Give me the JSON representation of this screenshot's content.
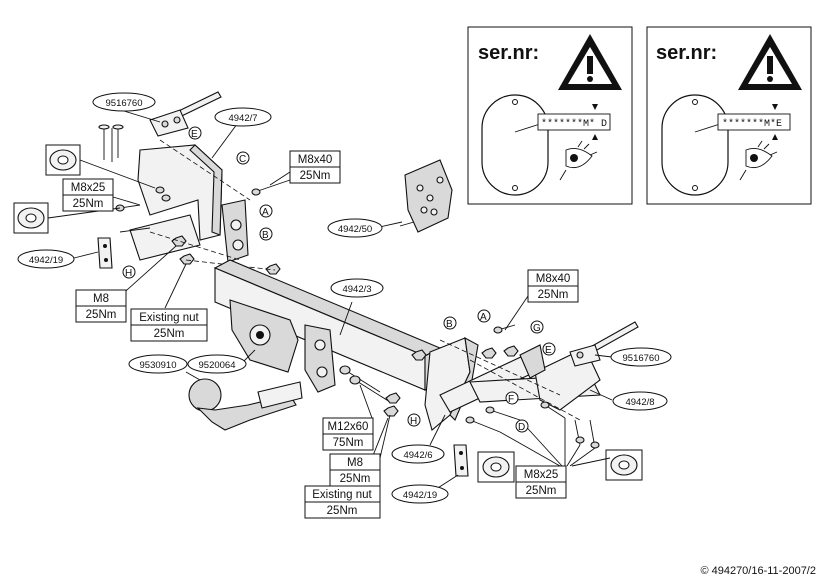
{
  "warning_panels": [
    {
      "serial_label": "ser.nr:",
      "code_text": "*******M* D"
    },
    {
      "serial_label": "ser.nr:",
      "code_text": "*******M*E"
    }
  ],
  "callouts": {
    "p9516760_left": "9516760",
    "p4942_7": "4942/7",
    "m8x40_top_l1": "M8x40",
    "m8x40_top_l2": "25Nm",
    "m8x25_left_l1": "M8x25",
    "m8x25_left_l2": "25Nm",
    "p4942_19_left": "4942/19",
    "m8_left_l1": "M8",
    "m8_left_l2": "25Nm",
    "existing_left_l1": "Existing nut",
    "existing_left_l2": "25Nm",
    "p4942_50": "4942/50",
    "p4942_3": "4942/3",
    "m8x40_right_l1": "M8x40",
    "m8x40_right_l2": "25Nm",
    "p9516760_right": "9516760",
    "p4942_8": "4942/8",
    "p9530910": "9530910",
    "p9520064": "9520064",
    "m12x60_l1": "M12x60",
    "m12x60_l2": "75Nm",
    "m8_bottom_l1": "M8",
    "m8_bottom_l2": "25Nm",
    "existing_bottom_l1": "Existing nut",
    "existing_bottom_l2": "25Nm",
    "p4942_6": "4942/6",
    "p4942_19_bottom": "4942/19",
    "m8x25_right_l1": "M8x25",
    "m8x25_right_l2": "25Nm"
  },
  "letters": {
    "a_left": "A",
    "b_left": "B",
    "c_left": "C",
    "e_left": "E",
    "h_left": "H",
    "a_right": "A",
    "b_right": "B",
    "d_right": "D",
    "e_right": "E",
    "f_right": "F",
    "g_right": "G",
    "h_right": "H"
  },
  "footer": "© 494270/16-11-2007/2"
}
